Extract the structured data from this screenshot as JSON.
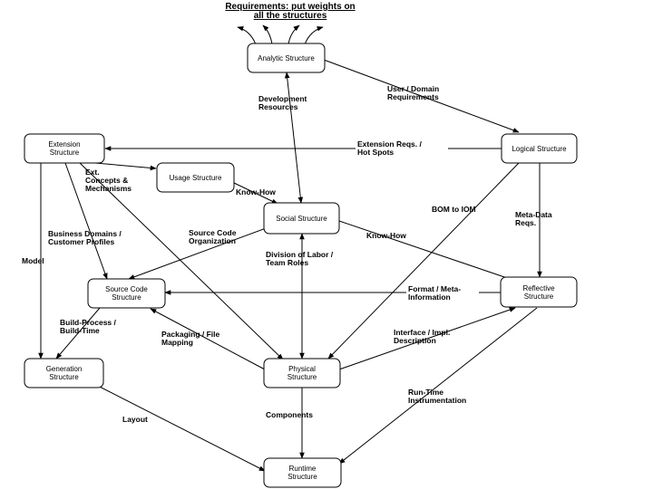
{
  "title": {
    "line1": "Requirements: put weights on",
    "line2": "all the structures"
  },
  "nodes": {
    "analytic": [
      "Analytic Structure"
    ],
    "extension": [
      "Extension",
      "Structure"
    ],
    "logical": [
      "Logical Structure"
    ],
    "usage": [
      "Usage Structure"
    ],
    "social": [
      "Social Structure"
    ],
    "source": [
      "Source Code",
      "Structure"
    ],
    "reflective": [
      "Reflective",
      "Structure"
    ],
    "generation": [
      "Generation",
      "Structure"
    ],
    "physical": [
      "Physical",
      "Structure"
    ],
    "runtime": [
      "Runtime",
      "Structure"
    ]
  },
  "labels": {
    "development_resources": [
      "Development",
      "Resources"
    ],
    "user_domain_requirements": [
      "User / Domain",
      "Requirements"
    ],
    "extension_reqs": [
      "Extension Reqs. /",
      "Hot Spots"
    ],
    "ext_concepts": [
      "Ext.",
      "Concepts &",
      "Mechanisms"
    ],
    "know_how_usage": [
      "Know-How"
    ],
    "bom_to_iom": [
      "BOM to IOM"
    ],
    "meta_data_reqs": [
      "Meta-Data",
      "Reqs."
    ],
    "business_domains": [
      "Business Domains /",
      "Customer Profiles"
    ],
    "source_code_org": [
      "Source Code",
      "Organization"
    ],
    "know_how_reflective": [
      "Know-How"
    ],
    "model": [
      "Model"
    ],
    "division_of_labor": [
      "Division of Labor /",
      "Team Roles"
    ],
    "format_meta": [
      "Format / Meta-",
      "Information"
    ],
    "build_process": [
      "Build-Process /",
      "Build-Time"
    ],
    "packaging": [
      "Packaging / File",
      "Mapping"
    ],
    "interface_impl": [
      "Interface / Impl.",
      "Description"
    ],
    "run_time_instr": [
      "Run-Time",
      "Instrumentation"
    ],
    "layout": [
      "Layout"
    ],
    "components": [
      "Components"
    ]
  }
}
